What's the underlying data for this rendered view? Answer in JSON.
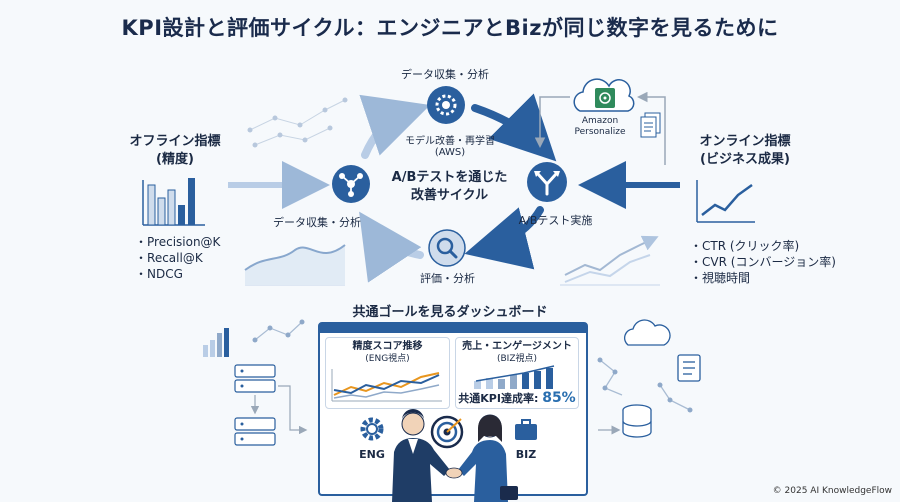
{
  "title": "KPI設計と評価サイクル：エンジニアとBizが同じ数字を見るために",
  "offline": {
    "title_line1": "オフライン指標",
    "title_line2": "(精度)",
    "items": [
      "Precision@K",
      "Recall@K",
      "NDCG"
    ]
  },
  "online": {
    "title_line1": "オンライン指標",
    "title_line2": "(ビジネス成果)",
    "items": [
      "CTR (クリック率)",
      "CVR (コンバージョン率)",
      "視聴時間"
    ]
  },
  "cycle": {
    "top_label": "データ収集・分析",
    "left_label": "データ収集・分析",
    "right_label": "A/Bテスト実施",
    "bottom_label": "評価・分析",
    "inner_line1": "モデル改善・再学習",
    "inner_line2": "(AWS)",
    "center_line1": "A/Bテストを通じた",
    "center_line2": "改善サイクル"
  },
  "aws": {
    "line1": "Amazon",
    "line2": "Personalize"
  },
  "dashboard": {
    "title": "共通ゴールを見るダッシュボード",
    "eng_panel": {
      "title": "精度スコア推移",
      "subtitle": "(ENG視点)"
    },
    "biz_panel": {
      "title": "売上・エンゲージメント",
      "subtitle": "(BIZ視点)"
    },
    "kpi_label": "共通KPI達成率:",
    "kpi_value": "85%",
    "eng_label": "ENG",
    "biz_label": "BIZ"
  },
  "footer": "© 2025 AI KnowledgeFlow",
  "colors": {
    "primary": "#2a5f9e",
    "accent": "#e8961f",
    "light": "#b9cde6",
    "navy": "#1a2b4c"
  }
}
